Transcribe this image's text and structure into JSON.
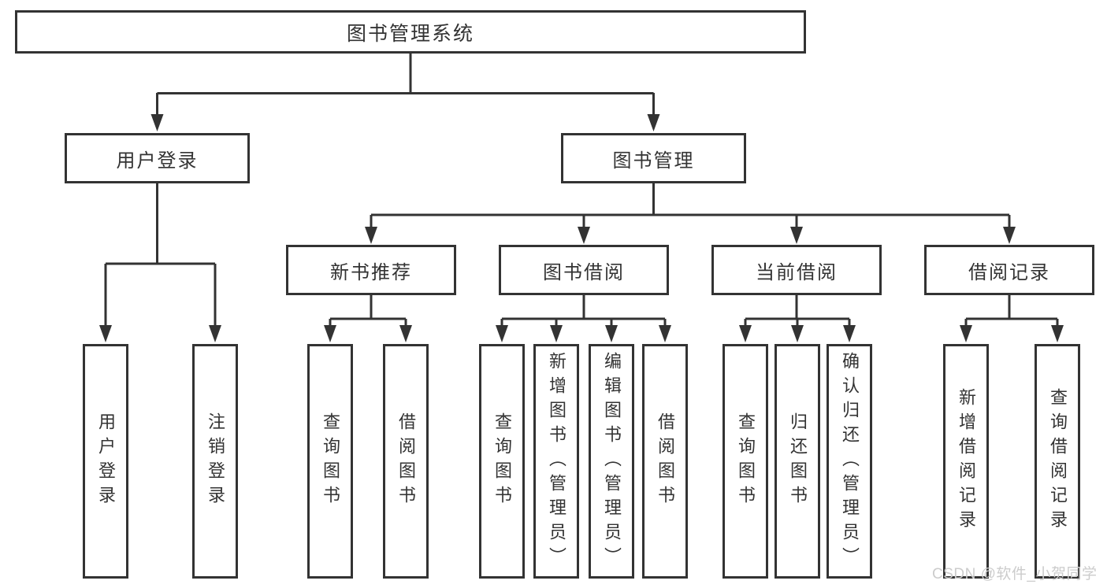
{
  "tree": {
    "root": {
      "label": "图书管理系统",
      "children": [
        {
          "label": "用户登录",
          "children": [
            {
              "label": "用户登录"
            },
            {
              "label": "注销登录"
            }
          ]
        },
        {
          "label": "图书管理",
          "children": [
            {
              "label": "新书推荐",
              "children": [
                {
                  "label": "查询图书"
                },
                {
                  "label": "借阅图书"
                }
              ]
            },
            {
              "label": "图书借阅",
              "children": [
                {
                  "label": "查询图书"
                },
                {
                  "label": "新增图书（管理员）"
                },
                {
                  "label": "编辑图书（管理员）"
                },
                {
                  "label": "借阅图书"
                }
              ]
            },
            {
              "label": "当前借阅",
              "children": [
                {
                  "label": "查询图书"
                },
                {
                  "label": "归还图书"
                },
                {
                  "label": "确认归还（管理员）"
                }
              ]
            },
            {
              "label": "借阅记录",
              "children": [
                {
                  "label": "新增借阅记录"
                },
                {
                  "label": "查询借阅记录"
                }
              ]
            }
          ]
        }
      ]
    }
  },
  "watermark": {
    "text": "CSDN @软件_小贺同学"
  },
  "colors": {
    "line": "#333333",
    "text": "#333333",
    "box_background": "#ffffff",
    "watermark": "#cccccc",
    "page_background": "#ffffff"
  }
}
